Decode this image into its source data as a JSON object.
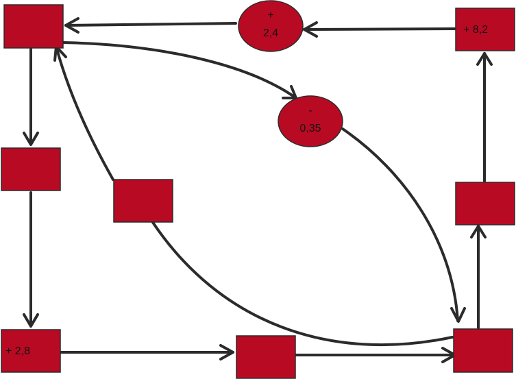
{
  "diagram": {
    "colors": {
      "node_fill": "#b90a24",
      "edge": "#2b2b2b"
    },
    "labels": {
      "n_left_bottom": "+ 2,8",
      "n_right_top": "+ 8,2",
      "e_top_line1": "+",
      "e_top_line2": "2,4",
      "e_mid_line1": "-",
      "e_mid_line2": "0,35"
    }
  }
}
